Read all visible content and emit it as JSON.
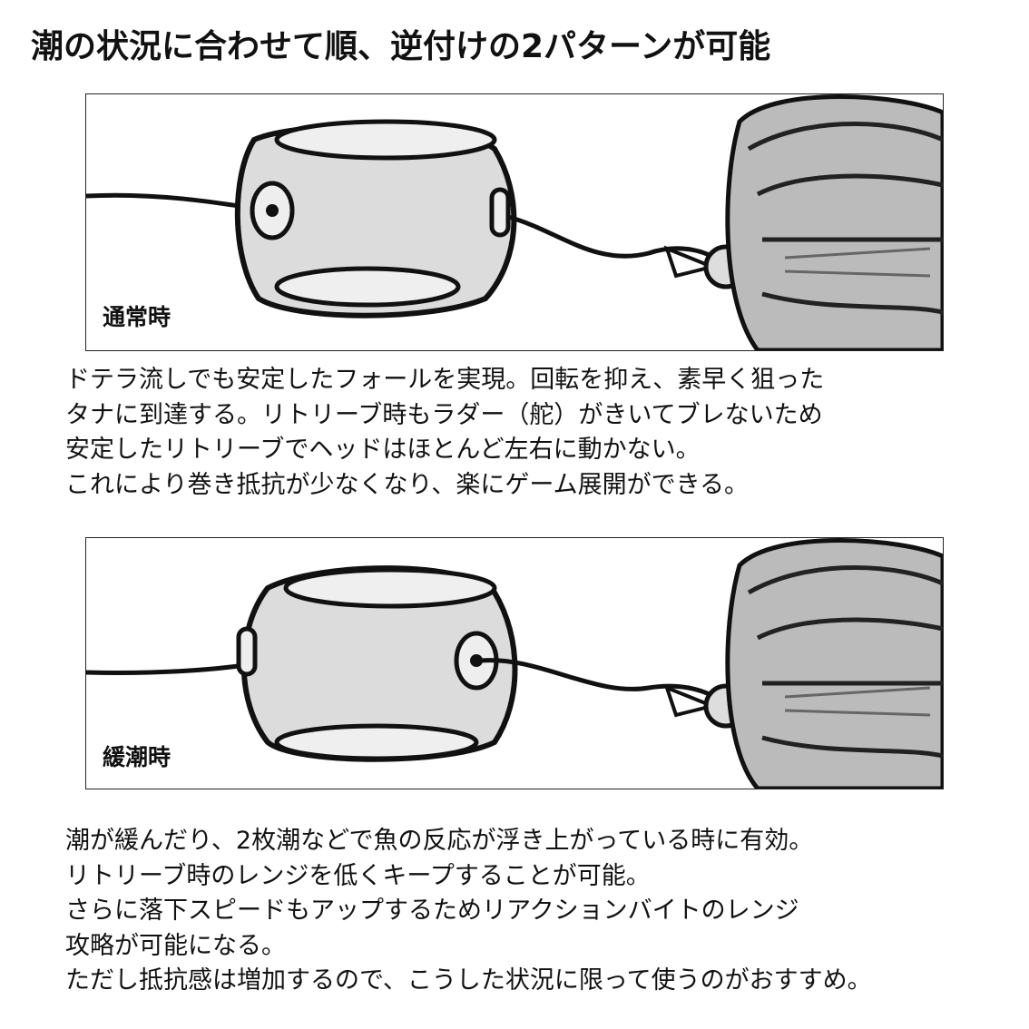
{
  "title": "潮の状況に合わせて順、逆付けの2パターンが可能",
  "panels": [
    {
      "label": "通常時"
    },
    {
      "label": "緩潮時"
    }
  ],
  "descriptions": [
    {
      "lines": [
        "ドテラ流しでも安定したフォールを実現。回転を抑え、素早く狙った",
        "タナに到達する。リトリーブ時もラダー（舵）がきいてブレないため",
        "安定したリトリーブでヘッドはほとんど左右に動かない。",
        "これにより巻き抵抗が少なくなり、楽にゲーム展開ができる。"
      ]
    },
    {
      "lines": [
        "潮が緩んだり、2枚潮などで魚の反応が浮き上がっている時に有効。",
        "リトリーブ時のレンジを低くキープすることが可能。",
        "さらに落下スピードもアップするためリアクションバイトのレンジ",
        "攻略が可能になる。",
        "ただし抵抗感は増加するので、こうした状況に限って使うのがおすすめ。"
      ]
    }
  ]
}
